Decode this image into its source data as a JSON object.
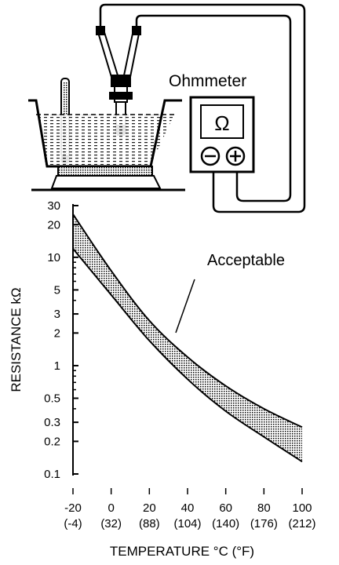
{
  "illustration": {
    "meter_label": "Ohmmeter",
    "meter_symbol": "Ω",
    "minus_symbol": "−",
    "plus_symbol": "+"
  },
  "chart_data": {
    "type": "area",
    "title": "",
    "xlabel": "TEMPERATURE °C (°F)",
    "ylabel": "RESISTANCE kΩ",
    "y_scale": "log",
    "xlim": [
      -20,
      100
    ],
    "ylim": [
      0.1,
      30
    ],
    "x_ticks": [
      {
        "c": -20,
        "label": "-20",
        "f_label": "(-4)"
      },
      {
        "c": 0,
        "label": "0",
        "f_label": "(32)"
      },
      {
        "c": 20,
        "label": "20",
        "f_label": "(88)"
      },
      {
        "c": 40,
        "label": "40",
        "f_label": "(104)"
      },
      {
        "c": 60,
        "label": "60",
        "f_label": "(140)"
      },
      {
        "c": 80,
        "label": "80",
        "f_label": "(176)"
      },
      {
        "c": 100,
        "label": "100",
        "f_label": "(212)"
      }
    ],
    "y_ticks": [
      {
        "v": 30,
        "label": "30"
      },
      {
        "v": 20,
        "label": "20"
      },
      {
        "v": 10,
        "label": "10"
      },
      {
        "v": 5,
        "label": "5"
      },
      {
        "v": 3,
        "label": "3"
      },
      {
        "v": 2,
        "label": "2"
      },
      {
        "v": 1,
        "label": "1"
      },
      {
        "v": 0.5,
        "label": "0.5"
      },
      {
        "v": 0.3,
        "label": "0.3"
      },
      {
        "v": 0.2,
        "label": "0.2"
      },
      {
        "v": 0.1,
        "label": "0.1"
      }
    ],
    "series": [
      {
        "x": [
          -20,
          0,
          20,
          40,
          60,
          80,
          100
        ],
        "values": [
          25,
          7.5,
          2.6,
          1.2,
          0.65,
          0.4,
          0.27
        ]
      },
      {
        "x": [
          -20,
          0,
          20,
          40,
          60,
          80,
          100
        ],
        "values": [
          12,
          4.5,
          1.7,
          0.75,
          0.38,
          0.22,
          0.13
        ]
      }
    ],
    "annotation": "Acceptable",
    "grid": false,
    "colors": {
      "band_fill": "#9a9a9a",
      "ink": "#000000"
    }
  }
}
